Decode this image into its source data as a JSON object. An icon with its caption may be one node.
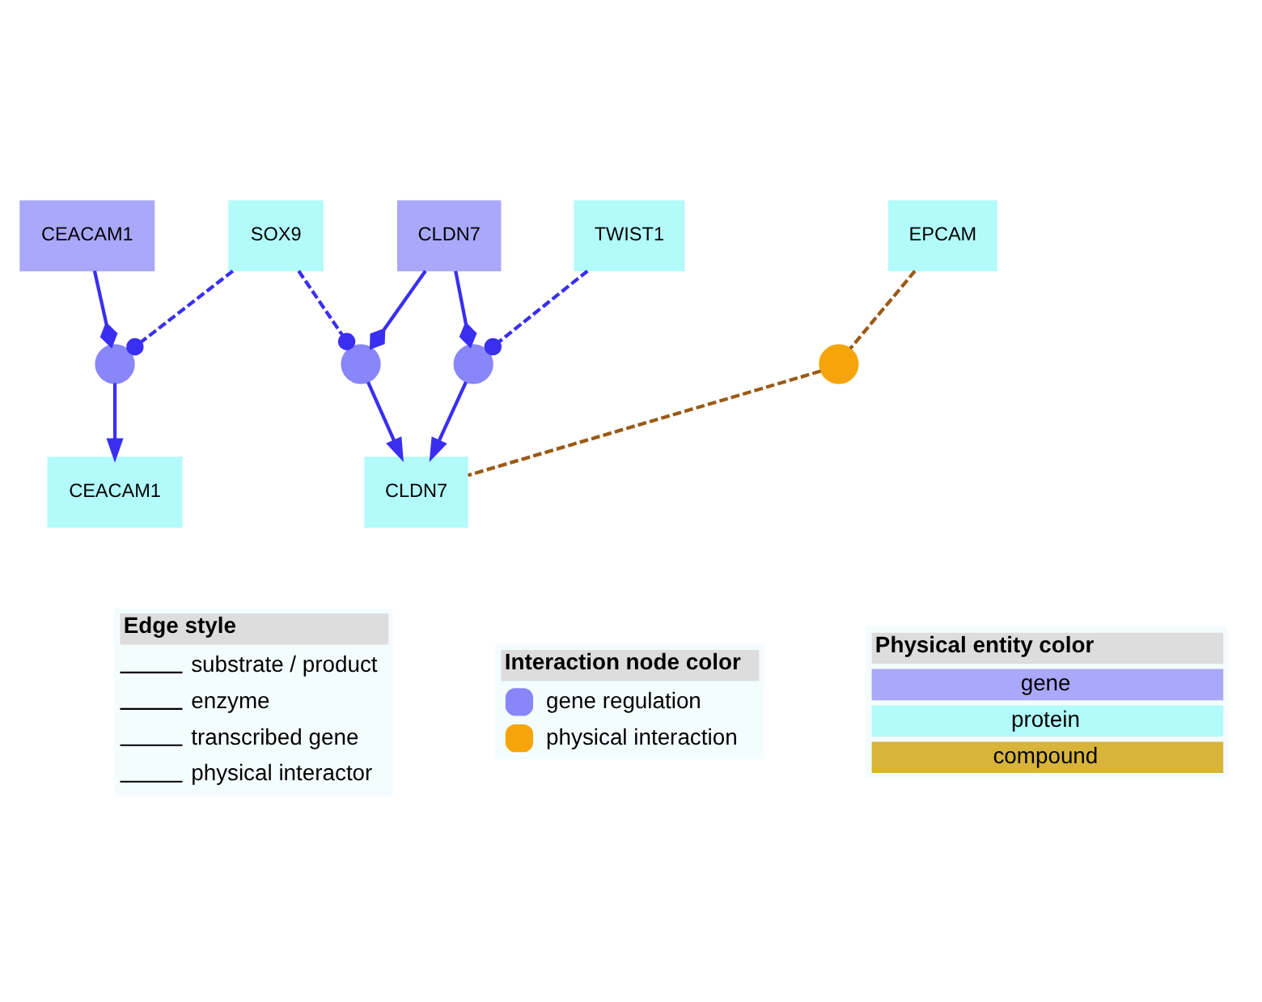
{
  "diagram": {
    "nodes": [
      {
        "text": [
          "CEACAM1"
        ]
      },
      {
        "text": [],
        "shape": "circle"
      },
      {
        "text": [
          "SOX9"
        ]
      },
      {
        "text": [
          "CEACAM1"
        ]
      },
      {
        "text": [],
        "shape": "circle"
      },
      {
        "text": [
          "CLDN7"
        ]
      },
      {
        "text": [],
        "shape": "circle"
      },
      {
        "text": [
          "CLDN7"
        ]
      },
      {
        "text": [
          "EPCAM"
        ]
      },
      {
        "text": [],
        "shape": "circle"
      },
      {
        "text": [
          "TWIST1"
        ]
      }
    ],
    "edges": [
      {
        "from": 1,
        "to": 0,
        "arrow": "to"
      },
      {
        "from": 2,
        "to": 1,
        "arrow": "other",
        "style": "dashed"
      },
      {
        "from": 3,
        "to": 1,
        "arrow": "other"
      },
      {
        "from": 2,
        "to": 4,
        "arrow": "other",
        "style": "dashed"
      },
      {
        "from": 5,
        "to": 4,
        "arrow": "other"
      },
      {
        "from": 4,
        "to": 7,
        "arrow": "to"
      },
      {
        "from": 5,
        "to": 6,
        "arrow": "other"
      },
      {
        "from": 6,
        "to": 7,
        "arrow": "to"
      },
      {
        "from": 10,
        "to": 6,
        "arrow": "other",
        "style": "dashed"
      },
      {
        "from": 8,
        "to": 9,
        "arrow": "none",
        "style": "dashed",
        "color": "#9a5a14"
      },
      {
        "from": 9,
        "to": 7,
        "arrow": "none",
        "style": "dashed",
        "color": "#9a5a14"
      }
    ],
    "labels": [
      "Physical entity color",
      "Interaction node color",
      "Edge style"
    ],
    "legend": [
      {
        "text": "gene",
        "color": "#aaa8fb"
      },
      {
        "text": "protein",
        "color": "#b3fafb"
      },
      {
        "text": "compound",
        "color": "#d8b43a"
      },
      {
        "text": "gene regulation",
        "color": "#8886f8"
      },
      {
        "text": "physical interaction",
        "color": "#f5a50a"
      },
      {
        "text": "substrate / product"
      },
      {
        "text": "enzyme"
      },
      {
        "text": "transcribed gene"
      },
      {
        "text": "physical interactor"
      }
    ]
  }
}
